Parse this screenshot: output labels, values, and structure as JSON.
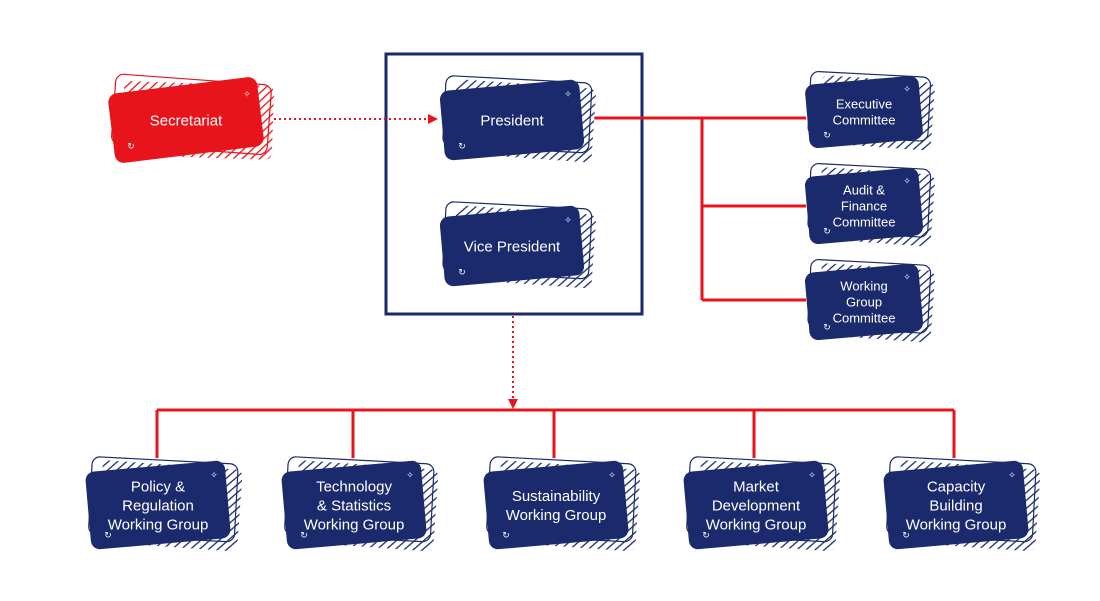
{
  "colors": {
    "navy": "#1a2a6c",
    "red": "#e8141c",
    "connector": "#e8141c",
    "frame": "#1a2a6c",
    "text": "#ffffff"
  },
  "nodes": {
    "secretariat": {
      "lines": [
        "Secretariat"
      ],
      "color": "red"
    },
    "president": {
      "lines": [
        "President"
      ],
      "color": "navy"
    },
    "vice_president": {
      "lines": [
        "Vice President"
      ],
      "color": "navy"
    },
    "executive_committee": {
      "lines": [
        "Executive",
        "Committee"
      ],
      "color": "navy"
    },
    "audit_finance_committee": {
      "lines": [
        "Audit &",
        "Finance",
        "Committee"
      ],
      "color": "navy"
    },
    "working_group_committee": {
      "lines": [
        "Working",
        "Group",
        "Committee"
      ],
      "color": "navy"
    },
    "policy_regulation_wg": {
      "lines": [
        "Policy &",
        "Regulation",
        "Working Group"
      ],
      "color": "navy"
    },
    "technology_statistics_wg": {
      "lines": [
        "Technology",
        "& Statistics",
        "Working Group"
      ],
      "color": "navy"
    },
    "sustainability_wg": {
      "lines": [
        "Sustainability",
        "Working Group"
      ],
      "color": "navy"
    },
    "market_development_wg": {
      "lines": [
        "Market",
        "Development",
        "Working Group"
      ],
      "color": "navy"
    },
    "capacity_building_wg": {
      "lines": [
        "Capacity",
        "Building",
        "Working Group"
      ],
      "color": "navy"
    }
  }
}
